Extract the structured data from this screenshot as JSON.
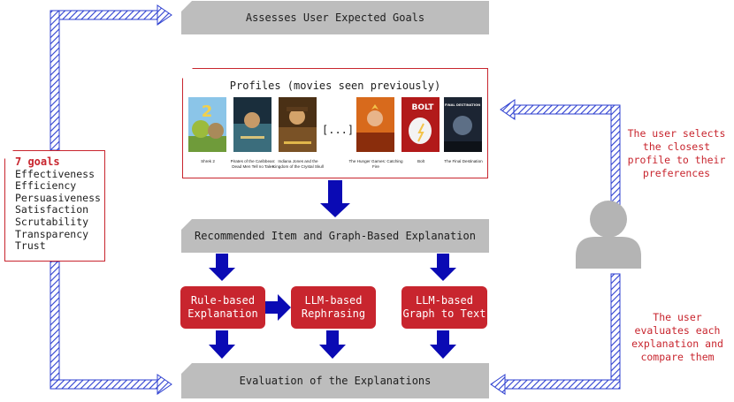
{
  "top_banner": "Assesses User Expected Goals",
  "profiles": {
    "title": "Profiles (movies seen previously)",
    "ellipsis": "[...]",
    "movies": [
      {
        "caption": "Shrek 2",
        "icon": "shrek-2-poster"
      },
      {
        "caption": "Pirates of the Caribbean: Dead Men Tell no Tales",
        "icon": "pirates-poster"
      },
      {
        "caption": "Indiana Jones and the Kingdom of the Crystal Skull",
        "icon": "indiana-jones-poster"
      },
      {
        "caption": "The Hunger Games: Catching Fire",
        "icon": "hunger-games-poster"
      },
      {
        "caption": "Bolt",
        "icon": "bolt-poster",
        "poster_text": "BOLT"
      },
      {
        "caption": "The Final Destination",
        "icon": "final-destination-poster",
        "poster_text": "FINAL DESTINATION"
      }
    ]
  },
  "middle_banner": "Recommended Item and Graph-Based Explanation",
  "methods": {
    "rule_based": [
      "Rule-based",
      "Explanation"
    ],
    "llm_rephrasing": [
      "LLM-based",
      "Rephrasing"
    ],
    "llm_graph_to_text": [
      "LLM-based",
      "Graph to Text"
    ]
  },
  "bottom_banner": "Evaluation of the Explanations",
  "goals": {
    "title": "7 goals",
    "items": [
      "Effectiveness",
      "Efficiency",
      "Persuasiveness",
      "Satisfaction",
      "Scrutability",
      "Transparency",
      "Trust"
    ]
  },
  "notes": {
    "select": [
      "The user selects",
      "the closest",
      "profile to their",
      "preferences"
    ],
    "evaluate": [
      "The user",
      "evaluates each",
      "explanation and",
      "compare them"
    ]
  },
  "colors": {
    "accent_red": "#c8252e",
    "arrow_blue": "#0a0ab4",
    "banner_gray": "#bdbdbd",
    "hatch_blue": "#2d3fd0",
    "user_gray": "#b4b4b4"
  }
}
